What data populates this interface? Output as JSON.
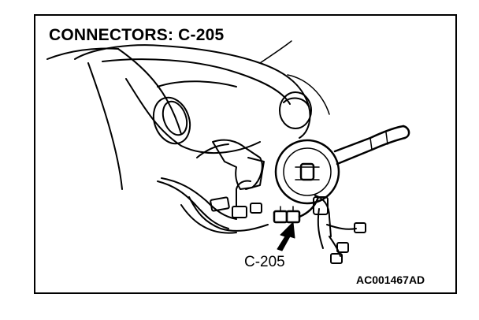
{
  "figure": {
    "title": "CONNECTORS: C-205",
    "callout_label": "C-205",
    "figure_code": "AC001467AD"
  },
  "colors": {
    "line": "#000000",
    "background": "#ffffff"
  },
  "icons": {
    "pointer": "arrow-pointer-icon"
  }
}
